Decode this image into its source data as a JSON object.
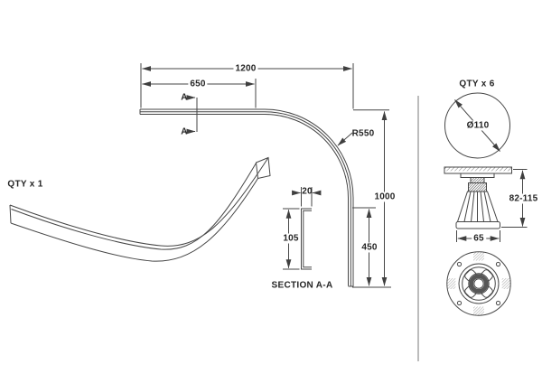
{
  "views": {
    "plan": {
      "dim_overall_width": "1200",
      "dim_partial_width": "650",
      "radius_label": "R550",
      "dim_overall_height": "1000",
      "dim_lower_height": "450",
      "section_marker": "A"
    },
    "section": {
      "title": "SECTION A-A",
      "dim_flange": "20",
      "dim_depth": "105"
    },
    "perspective": {
      "qty_label": "QTY x 1"
    },
    "foot": {
      "qty_label": "QTY x 6",
      "diameter_label": "Ø110",
      "height_range": "82-115",
      "base_width": "65"
    }
  },
  "colors": {
    "line": "#464646",
    "text": "#242424",
    "divider": "#a0a0a0",
    "background": "#ffffff"
  }
}
